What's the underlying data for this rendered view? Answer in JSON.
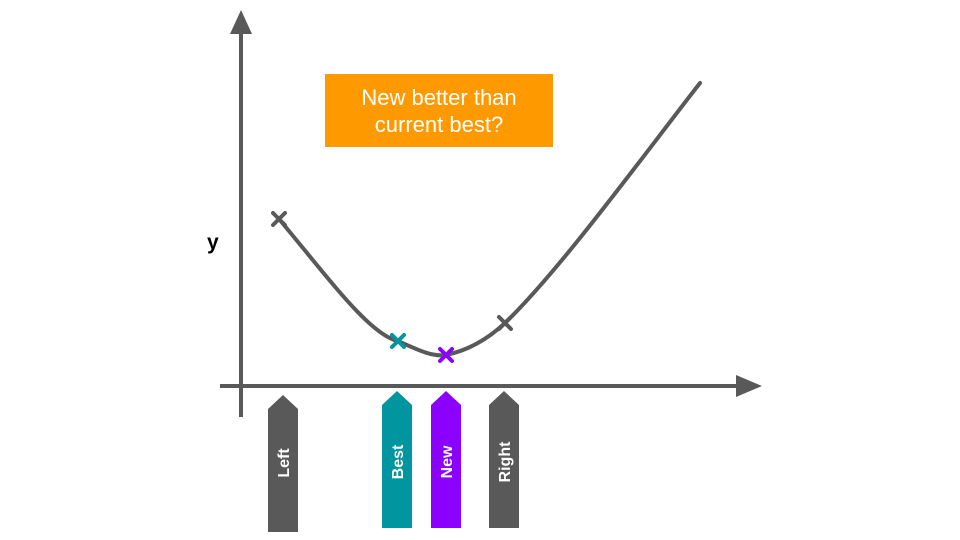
{
  "callout": {
    "line1": "New better than",
    "line2": "current best?"
  },
  "axis": {
    "y_label": "y"
  },
  "markers": [
    {
      "id": "left",
      "label": "Left",
      "color": "#595959"
    },
    {
      "id": "best",
      "label": "Best",
      "color": "#00959f"
    },
    {
      "id": "new",
      "label": "New",
      "color": "#8b00ff"
    },
    {
      "id": "right",
      "label": "Right",
      "color": "#595959"
    }
  ],
  "colors": {
    "axis": "#595959",
    "curve": "#595959",
    "callout_bg": "#ff9900",
    "callout_text": "#ffffff"
  }
}
